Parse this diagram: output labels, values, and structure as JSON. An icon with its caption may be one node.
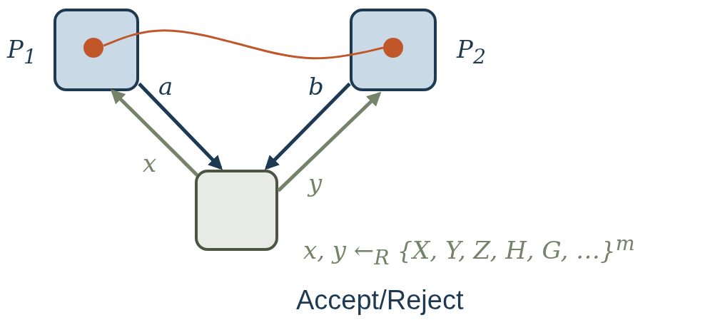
{
  "diagram": {
    "nodes": [
      {
        "text": [],
        "shape": "box",
        "beside": [
          "P$_{1}$"
        ]
      },
      {
        "text": [],
        "shape": "box",
        "beside": [
          "P$_{2}$"
        ]
      },
      {
        "text": [],
        "shape": "box",
        "beside": [
          "Accept/Reject"
        ]
      },
      {
        "text": [],
        "shape": "circle",
        "in": 0
      },
      {
        "text": [],
        "shape": "circle",
        "in": 1
      }
    ],
    "edges": [
      {
        "from": 2,
        "to": 0,
        "arrow": "to",
        "label": "x",
        "color": "#74836a"
      },
      {
        "from": 0,
        "to": 2,
        "arrow": "to",
        "label": "a"
      },
      {
        "from": 1,
        "to": 2,
        "arrow": "to",
        "label": "b"
      },
      {
        "from": 2,
        "to": 1,
        "arrow": "to",
        "label": "y",
        "color": "#74836a"
      },
      {
        "from": 3,
        "to": 4,
        "arrow": "none",
        "color": "#c0562a"
      }
    ],
    "labels": [
      "x, y ←$_{R}$ {X, Y, Z, H, G, …}$^{m}$"
    ]
  }
}
